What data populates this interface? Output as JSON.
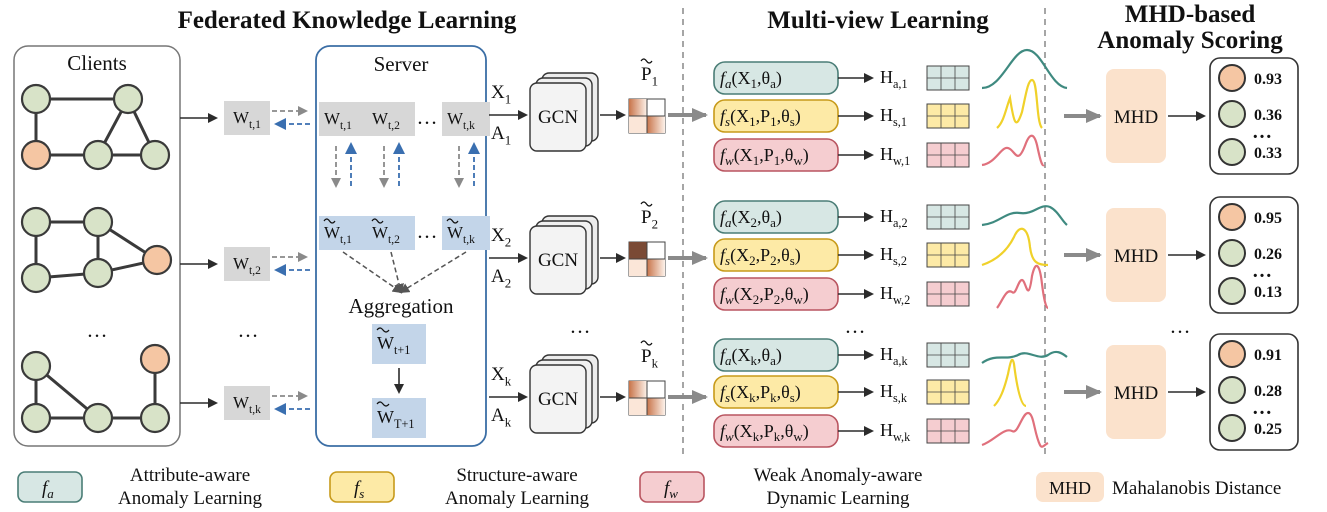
{
  "section_titles": {
    "federated": "Federated Knowledge Learning",
    "multiview": "Multi-view Learning",
    "mhd_line1": "MHD-based",
    "mhd_line2": "Anomaly Scoring"
  },
  "clients_label": "Clients",
  "server_label": "Server",
  "aggregation_label": "Aggregation",
  "ellipsis": "…",
  "client_weights": [
    "W_t,1",
    "W_t,2",
    "W_t,k"
  ],
  "server_weights_top": [
    "W_t,1",
    "W_t,2",
    "W_t,k"
  ],
  "server_weights_tilde": [
    "W_t,1",
    "W_t,2",
    "W_t,k"
  ],
  "agg_weights": [
    "W_t+1",
    "W_T+1"
  ],
  "gcn_label": "GCN",
  "mhd_label": "MHD",
  "rows": [
    {
      "x": "X_1",
      "a": "A_1",
      "p": "P_1",
      "views": [
        {
          "f": "a",
          "expr": "(X_1,θ_a)",
          "h": "H_a,1"
        },
        {
          "f": "s",
          "expr": "(X_1,P_1,θ_s)",
          "h": "H_s,1"
        },
        {
          "f": "w",
          "expr": "(X_1,P_1,θ_w)",
          "h": "H_w,1"
        }
      ],
      "scores": [
        "0.93",
        "0.36",
        "0.33"
      ]
    },
    {
      "x": "X_2",
      "a": "A_2",
      "p": "P_2",
      "views": [
        {
          "f": "a",
          "expr": "(X_2,θ_a)",
          "h": "H_a,2"
        },
        {
          "f": "s",
          "expr": "(X_2,P_2,θ_s)",
          "h": "H_s,2"
        },
        {
          "f": "w",
          "expr": "(X_2,P_2,θ_w)",
          "h": "H_w,2"
        }
      ],
      "scores": [
        "0.95",
        "0.26",
        "0.13"
      ]
    },
    {
      "x": "X_k",
      "a": "A_k",
      "p": "P_k",
      "views": [
        {
          "f": "a",
          "expr": "(X_k,θ_a)",
          "h": "H_a,k"
        },
        {
          "f": "s",
          "expr": "(X_k,P_k,θ_s)",
          "h": "H_s,k"
        },
        {
          "f": "w",
          "expr": "(X_k,P_k,θ_w)",
          "h": "H_w,k"
        }
      ],
      "scores": [
        "0.91",
        "0.28",
        "0.25"
      ]
    }
  ],
  "legend": [
    {
      "symbol": "fa",
      "line1": "Attribute-aware",
      "line2": "Anomaly Learning"
    },
    {
      "symbol": "fs",
      "line1": "Structure-aware",
      "line2": "Anomaly Learning"
    },
    {
      "symbol": "fw",
      "line1": "Weak Anomaly-aware",
      "line2": "Dynamic Learning"
    },
    {
      "symbol": "MHD",
      "line1": "Mahalanobis Distance",
      "line2": ""
    }
  ],
  "colors": {
    "attr_fill": "#d7e7e4",
    "attr_stroke": "#4a7d76",
    "struct_fill": "#fdeaa6",
    "struct_stroke": "#c79a1a",
    "weak_fill": "#f5cdd0",
    "weak_stroke": "#b95560",
    "mhd_fill": "#fbe2cc",
    "node_green": "#d8e3c8",
    "node_orange": "#f5c6a3",
    "weight_gray": "#d7d7d7",
    "weight_blue": "#c3d5e9",
    "server_stroke": "#3b6ea5",
    "blue_arrow": "#3a6fb0",
    "curve_attr": "#3f8a80",
    "curve_struct": "#f0d12a",
    "curve_weak": "#e0707c"
  }
}
